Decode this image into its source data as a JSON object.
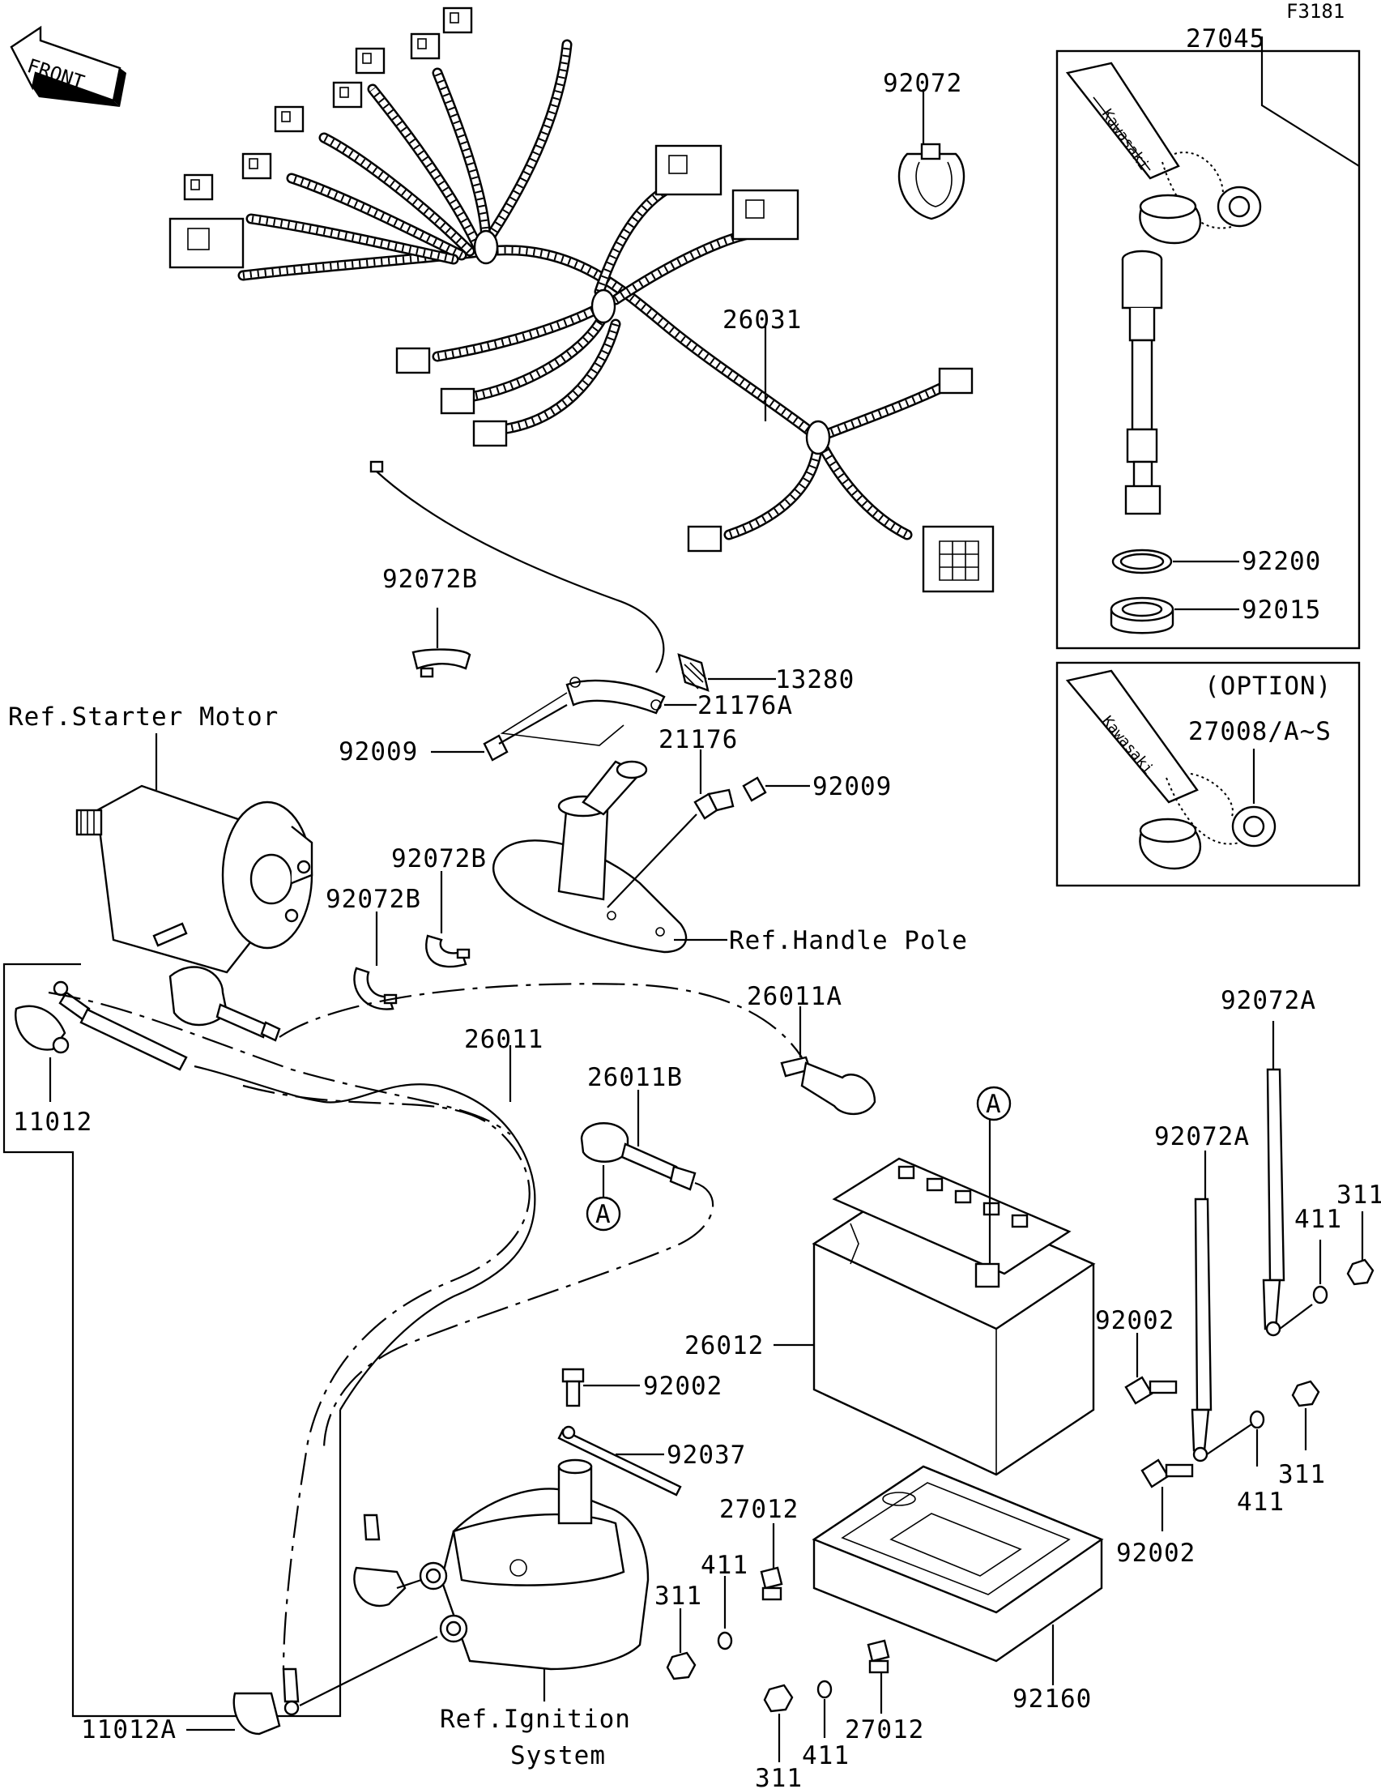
{
  "page_id": "F3181",
  "front_label": "FRONT",
  "option_label": "(OPTION)",
  "labels": {
    "p27045": "27045",
    "p92072": "92072",
    "p26031": "26031",
    "p92200": "92200",
    "p92015": "92015",
    "p92072B_top": "92072B",
    "p13280": "13280",
    "p21176A": "21176A",
    "p27008": "27008/A~S",
    "ref_starter": "Ref.Starter Motor",
    "p92009_left": "92009",
    "p21176": "21176",
    "p92009_right": "92009",
    "p92072B_mid1": "92072B",
    "p92072B_mid2": "92072B",
    "ref_handle": "Ref.Handle Pole",
    "p26011A": "26011A",
    "p92072A_right": "92072A",
    "p26011": "26011",
    "p26011B": "26011B",
    "p11012": "11012",
    "circle_a1": "A",
    "circle_a2": "A",
    "p92072A_mid": "92072A",
    "p311_r1": "311",
    "p411_r1": "411",
    "p92002_r1": "92002",
    "p26012": "26012",
    "p92002_c": "92002",
    "p92037": "92037",
    "p311_r2": "311",
    "p411_r2": "411",
    "p92002_r2": "92002",
    "p27012_top": "27012",
    "p411_b1": "411",
    "p311_b1": "311",
    "ref_ignition_1": "Ref.Ignition",
    "ref_ignition_2": "System",
    "p92160": "92160",
    "p11012A": "11012A",
    "p27012_bot": "27012",
    "p411_b2": "411",
    "p311_b2": "311"
  }
}
